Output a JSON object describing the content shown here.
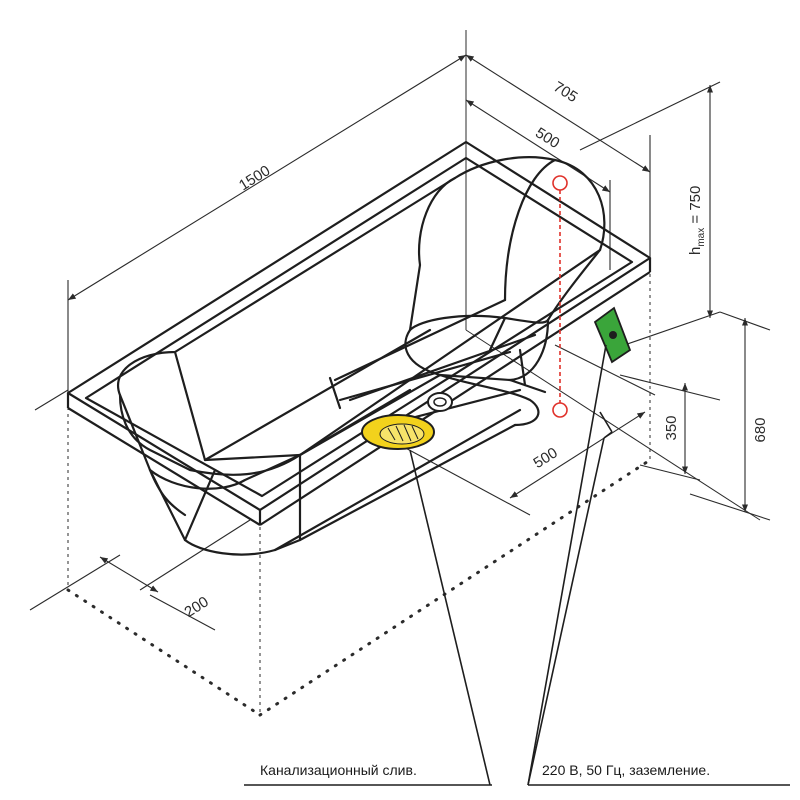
{
  "dimensions": {
    "length": "1500",
    "width_outer": "705",
    "width_inner": "500",
    "height_max_h": "h",
    "height_max_sub": "max",
    "height_max_value": " = 750",
    "height_top": "680",
    "height_socket": "350",
    "offset_side": "500",
    "offset_drain": "200"
  },
  "callouts": {
    "drain": "Канализационный слив.",
    "power": "220 В, 50 Гц, заземление."
  },
  "colors": {
    "line": "#1e1e1e",
    "drain_fill": "#f2d21c",
    "socket_fill": "#3aa53a",
    "marker": "#e0312a"
  }
}
